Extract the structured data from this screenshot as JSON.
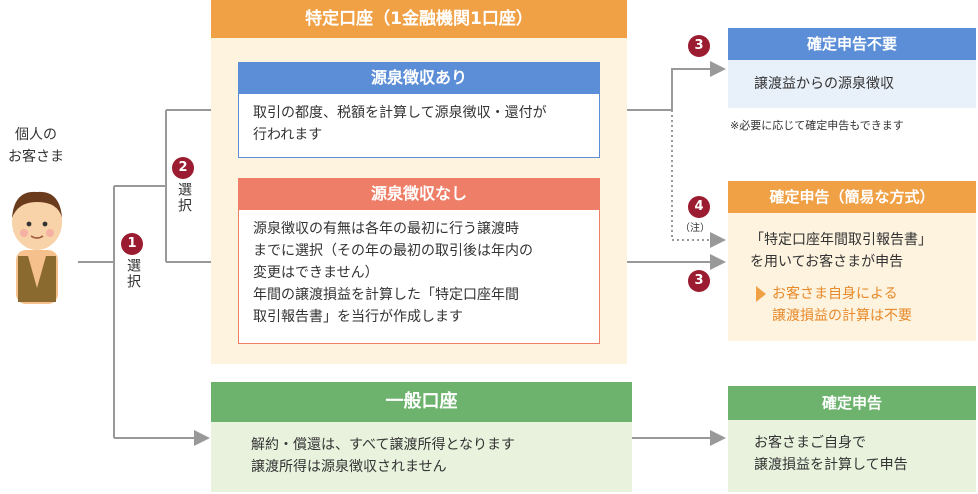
{
  "person": {
    "label_line1": "個人の",
    "label_line2": "お客さま"
  },
  "choice1": {
    "num": "1",
    "label": "選択"
  },
  "choice2": {
    "num": "2",
    "label": "選択"
  },
  "tokutei": {
    "title": "特定口座（1金融機関1口座）",
    "with_withholding": {
      "title": "源泉徴収あり",
      "body_line1": "取引の都度、税額を計算して源泉徴収・還付が",
      "body_line2": "行われます"
    },
    "without_withholding": {
      "title": "源泉徴収なし",
      "body_line1": "源泉徴収の有無は各年の最初に行う譲渡時",
      "body_line2": "までに選択（その年の最初の取引後は年内の",
      "body_line3": "変更はできません）",
      "body_line4": "年間の譲渡損益を計算した「特定口座年間",
      "body_line5": "取引報告書」を当行が作成します"
    }
  },
  "general": {
    "title": "一般口座",
    "body_line1": "解約・償還は、すべて譲渡所得となります",
    "body_line2": "譲渡所得は源泉徴収されません"
  },
  "result_no_filing": {
    "num": "3",
    "title": "確定申告不要",
    "body": "譲渡益からの源泉徴収",
    "note": "※必要に応じて確定申告もできます"
  },
  "result_simple_filing": {
    "num_top": "4",
    "num_top_note": "（注）",
    "num_bottom": "3",
    "title": "確定申告（簡易な方式）",
    "body_line1": "「特定口座年間取引報告書」",
    "body_line2": "を用いてお客さまが申告",
    "highlight_line1": "お客さま自身による",
    "highlight_line2": "譲渡損益の計算は不要"
  },
  "result_filing": {
    "title": "確定申告",
    "body_line1": "お客さまご自身で",
    "body_line2": "譲渡損益を計算して申告"
  },
  "colors": {
    "orange": "#F0A045",
    "blue": "#5B8ED6",
    "salmon": "#EE7E67",
    "green": "#6DB36E",
    "dark_red": "#9B1B30",
    "cream": "#FDF3DF",
    "light_green": "#E8F2DD",
    "light_blue": "#E8F0FA",
    "line": "#999999"
  }
}
